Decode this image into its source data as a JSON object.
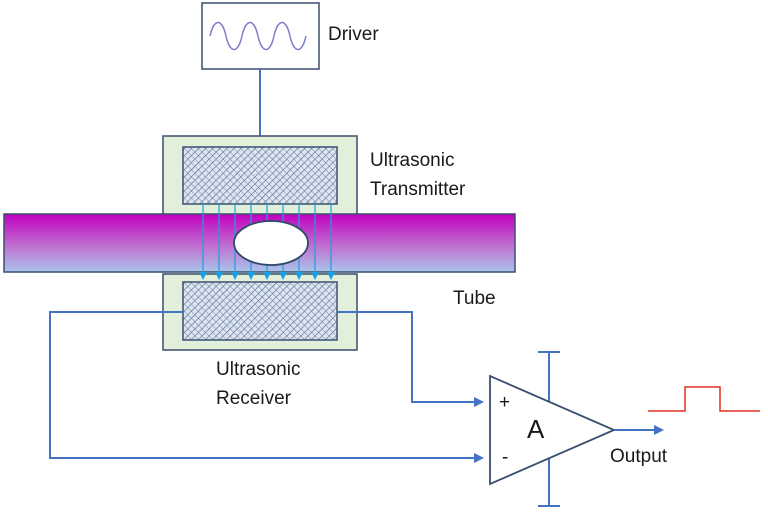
{
  "labels": {
    "driver": "Driver",
    "transmitter_line1": "Ultrasonic",
    "transmitter_line2": "Transmitter",
    "tube": "Tube",
    "receiver_line1": "Ultrasonic",
    "receiver_line2": "Receiver",
    "amplifier": "A",
    "plus": "+",
    "minus": "-",
    "output": "Output"
  },
  "colors": {
    "wire": "#4472c4",
    "beam": "#1aa0e0",
    "housing_fill": "#e2efda",
    "tube_top": "#c000c0",
    "tube_bottom": "#a9c5ea",
    "pulse": "#e03020",
    "wave": "#7f7fc8"
  }
}
